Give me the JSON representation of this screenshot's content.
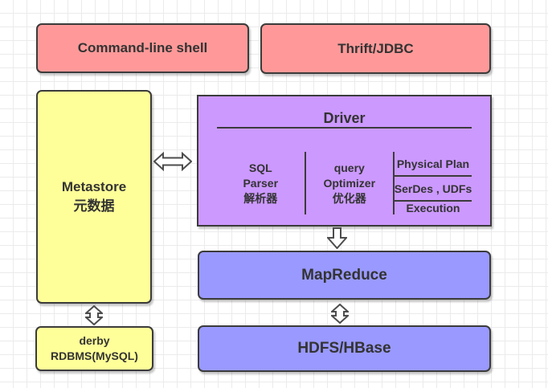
{
  "nodes": {
    "command_line_shell": {
      "label": "Command-line shell"
    },
    "thrift_jdbc": {
      "label": "Thrift/JDBC"
    },
    "metastore": {
      "lines": [
        "Metastore",
        "元数据"
      ]
    },
    "derby": {
      "lines": [
        "derby",
        "RDBMS(MySQL)"
      ]
    },
    "driver": {
      "label": "Driver"
    },
    "sql_parser": {
      "lines": [
        "SQL",
        "Parser",
        "解析器"
      ]
    },
    "query_optimizer": {
      "lines": [
        "query",
        "Optimizer",
        "优化器"
      ]
    },
    "physical_plan": {
      "label": "Physical Plan"
    },
    "serdes_udfs": {
      "label": "SerDes , UDFs"
    },
    "execution": {
      "label": "Execution"
    },
    "mapreduce": {
      "label": "MapReduce"
    },
    "hdfs_hbase": {
      "label": "HDFS/HBase"
    }
  },
  "connections": [
    {
      "from": "metastore",
      "to": "driver",
      "type": "bidirectional-horizontal"
    },
    {
      "from": "metastore",
      "to": "derby",
      "type": "bidirectional-vertical"
    },
    {
      "from": "driver",
      "to": "mapreduce",
      "type": "down"
    },
    {
      "from": "mapreduce",
      "to": "hdfs_hbase",
      "type": "bidirectional-vertical"
    }
  ],
  "colors": {
    "pink_fill": "#ff9999",
    "yellow_fill": "#ffff99",
    "purple_fill": "#cc99ff",
    "blue_fill": "#9999ff",
    "border": "#3b3b3b",
    "text": "#333333",
    "grid_line": "#ebebeb",
    "background": "#ffffff",
    "arrow_stroke": "#4d4d4d",
    "arrow_fill": "#ffffff"
  }
}
